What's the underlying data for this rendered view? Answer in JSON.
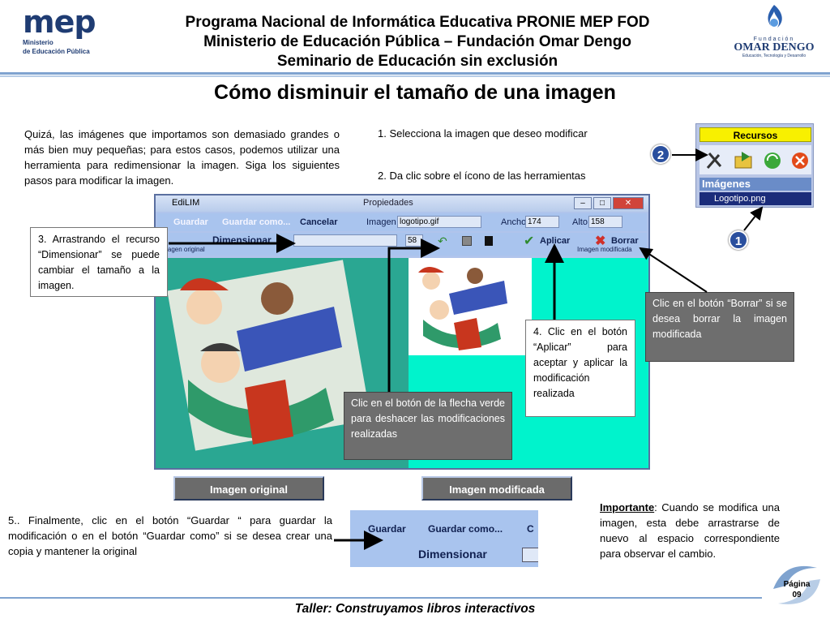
{
  "header": {
    "line1": "Programa Nacional de Informática Educativa  PRONIE MEP FOD",
    "line2": "Ministerio de Educación Pública – Fundación Omar Dengo",
    "line3": "Seminario de Educación sin exclusión",
    "mep_logo": {
      "word": "mep",
      "sub1": "Ministerio",
      "sub2": "de Educación Pública"
    },
    "fod_logo": {
      "fundacion": "Fundación",
      "name": "OMAR DENGO",
      "tagline": "Educación, Tecnología y Desarrollo"
    }
  },
  "title": "Cómo disminuir el tamaño de una imagen",
  "intro": "Quizá, las imágenes que importamos son demasiado grandes o más bien muy pequeñas; para estos casos, podemos utilizar una herramienta para redimensionar la imagen.  Siga los siguientes pasos para modificar la imagen.",
  "steps": {
    "s1": "1. Selecciona la imagen que deseo modificar",
    "s2": "2. Da clic sobre el ícono de las herramientas"
  },
  "recursos": {
    "title": "Recursos",
    "imagenes": "Imágenes",
    "item": "Logotipo.png",
    "badge1": "1",
    "badge2": "2"
  },
  "window": {
    "app_name": "EdiLIM",
    "dialog_title": "Propiedades",
    "toolbar": {
      "guardar": "Guardar",
      "guardar_como": "Guardar como...",
      "cancelar": "Cancelar",
      "imagen_label": "Imagen",
      "imagen_value": "logotipo.gif",
      "ancho_label": "Ancho",
      "ancho_value": "174",
      "alto_label": "Alto",
      "alto_value": "158",
      "dimensionar": "Dimensionar",
      "slider_value": "58",
      "aplicar": "Aplicar",
      "borrar": "Borrar",
      "imagen_original": "Imagen original",
      "imagen_modificada": "Imagen modificada"
    }
  },
  "callouts": {
    "c3": "3.  Arrastrando  el recurso  “Dimensionar” se  puede  cambiar  el tamaño a la imagen.",
    "c4": "4. Clic en el botón “Aplicar”  para aceptar y aplicar la  modificación realizada",
    "flecha": "Clic  en  el  botón  de  la  flecha verde  para  deshacer  las modificaciones realizadas",
    "borrar": "Clic  en  el  botón  “Borrar” si  se  desea  borrar  la imagen modificada"
  },
  "labels": {
    "original": "Imagen original",
    "modificada": "Imagen modificada"
  },
  "step5": "5.. Finalmente, clic en el botón “Guardar “ para guardar la modificación o en el botón “Guardar como” si se desea crear una copia y mantener la original",
  "crop": {
    "guardar": "Guardar",
    "guardar_como": "Guardar como...",
    "c": "C",
    "dimensionar": "Dimensionar"
  },
  "importante": {
    "label": "Importante",
    "text": ":  Cuando  se  modifica una imagen, esta debe arrastrarse de  nuevo  al  espacio correspondiente para observar el cambio."
  },
  "footer": "Taller: Construyamos libros interactivos",
  "page": {
    "label": "Página",
    "number": "09"
  }
}
